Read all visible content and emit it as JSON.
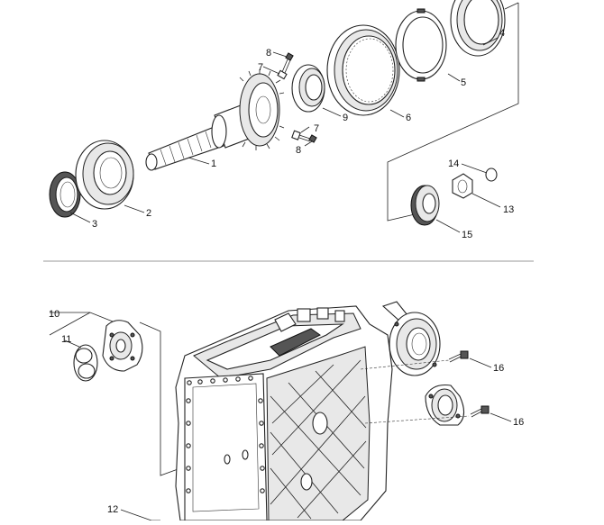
{
  "callouts": {
    "c1": "1",
    "c2": "2",
    "c3": "3",
    "c4": "4",
    "c5": "5",
    "c6": "6",
    "c7a": "7",
    "c7b": "7",
    "c8a": "8",
    "c8b": "8",
    "c9": "9",
    "c10": "10",
    "c11": "11",
    "c12": "12",
    "c13": "13",
    "c14": "14",
    "c15": "15",
    "c16a": "16",
    "c16b": "16"
  }
}
